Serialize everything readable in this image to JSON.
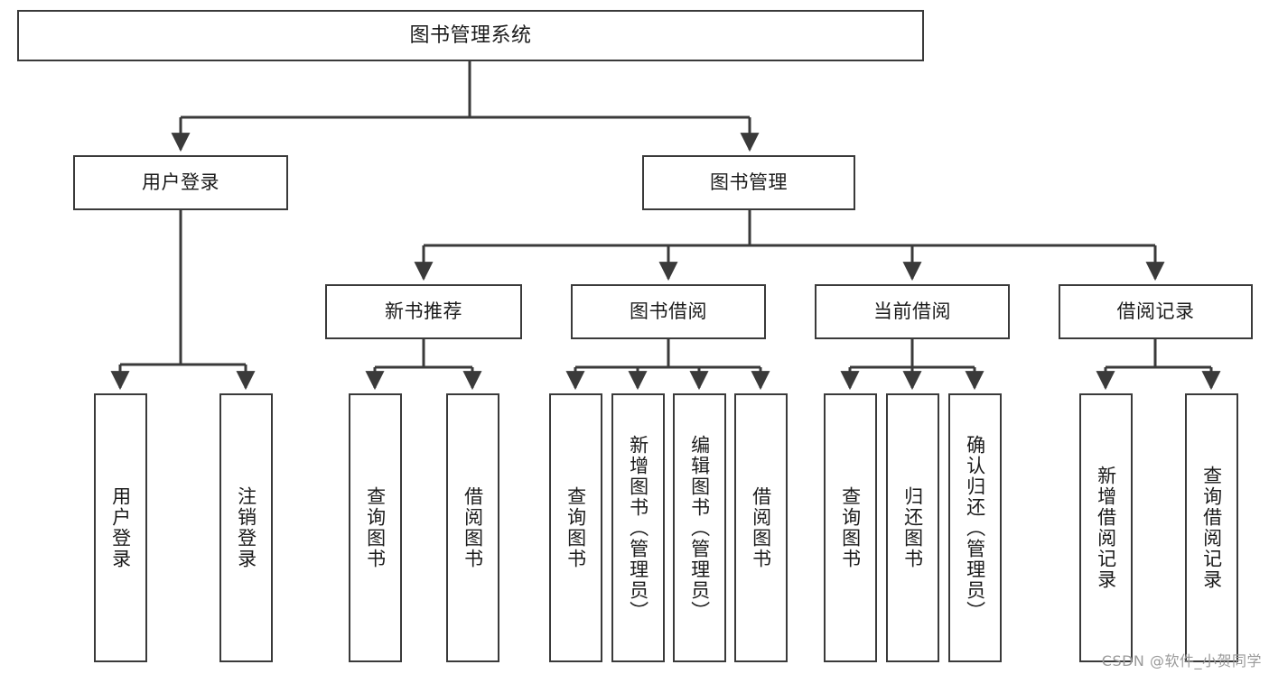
{
  "diagram": {
    "title": "图书管理系统",
    "type": "tree",
    "watermark": "CSDN @软件_小贺同学",
    "line_color": "#3a3a3a",
    "box_fill": "#ffffff",
    "text_color": "#1b1b1b"
  },
  "root": {
    "label": "图书管理系统"
  },
  "level1": [
    {
      "label": "用户登录"
    },
    {
      "label": "图书管理"
    }
  ],
  "level2": [
    {
      "label": "新书推荐"
    },
    {
      "label": "图书借阅"
    },
    {
      "label": "当前借阅"
    },
    {
      "label": "借阅记录"
    }
  ],
  "leaves": {
    "user_login": [
      {
        "label": "用户登录"
      },
      {
        "label": "注销登录"
      }
    ],
    "new_book_recommend": [
      {
        "label": "查询图书"
      },
      {
        "label": "借阅图书"
      }
    ],
    "book_borrow": [
      {
        "label": "查询图书"
      },
      {
        "label": "新增图书（管理员）"
      },
      {
        "label": "编辑图书（管理员）"
      },
      {
        "label": "借阅图书"
      }
    ],
    "current_borrow": [
      {
        "label": "查询图书"
      },
      {
        "label": "归还图书"
      },
      {
        "label": "确认归还（管理员）"
      }
    ],
    "borrow_record": [
      {
        "label": "新增借阅记录"
      },
      {
        "label": "查询借阅记录"
      }
    ]
  }
}
